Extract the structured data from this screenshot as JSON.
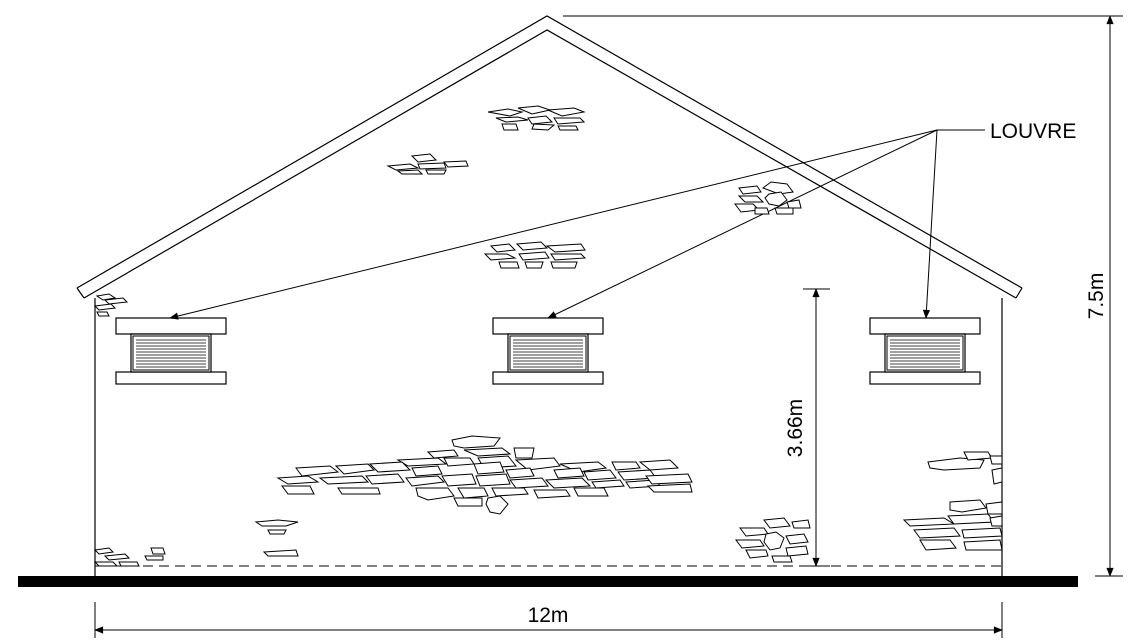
{
  "labels": {
    "louvre": "LOUVRE",
    "width": "12m",
    "total_height": "7.5m",
    "louvre_height": "3.66m"
  },
  "colors": {
    "line": "#000000",
    "background": "#ffffff"
  }
}
